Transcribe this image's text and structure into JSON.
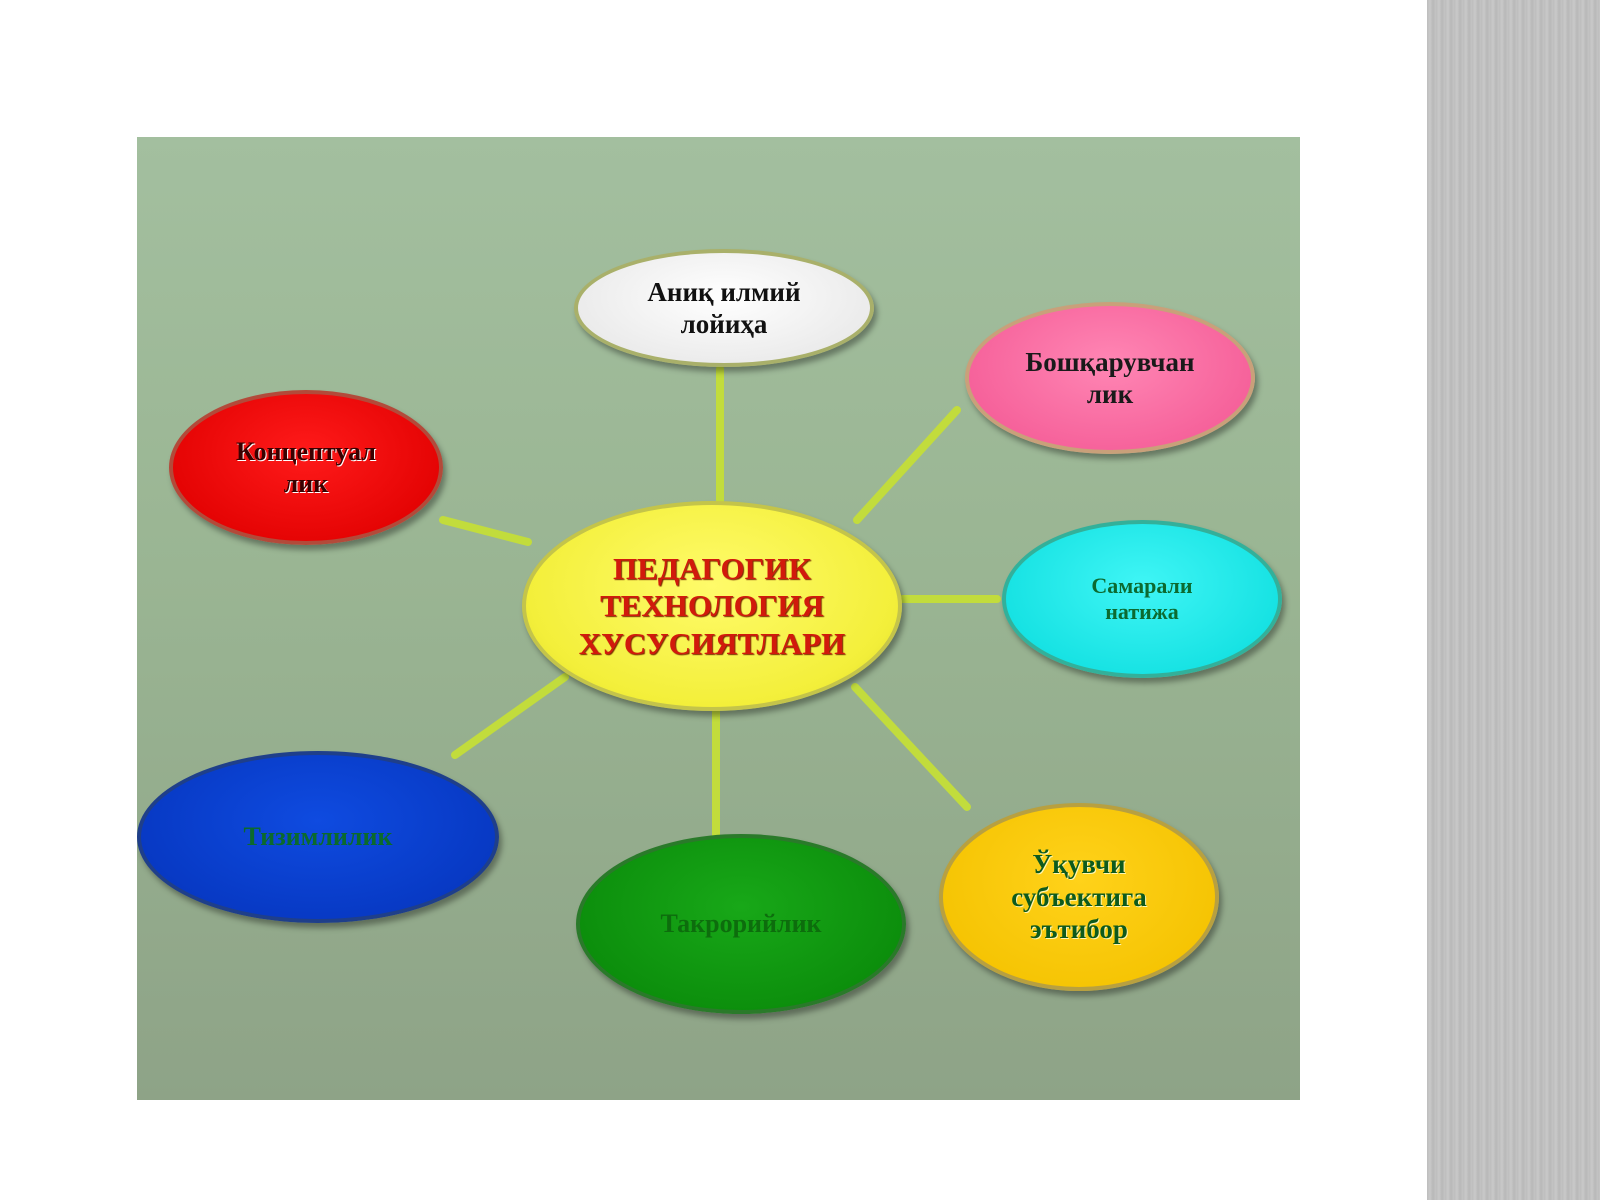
{
  "diagram": {
    "center": {
      "label": "ПЕДАГОГИК\nТЕХНОЛОГИЯ\nХУСУСИЯТЛАРИ"
    },
    "nodes": {
      "top": {
        "label": "Аниқ илмий\nлойиҳа"
      },
      "pink": {
        "label": "Бошқарувчан\nлик"
      },
      "red": {
        "label": "Концептуал\nлик"
      },
      "cyan": {
        "label": "Самарали\nнатижа"
      },
      "blue": {
        "label": "Тизимлилик"
      },
      "green": {
        "label": "Такрорийлик"
      },
      "yellow": {
        "label": "Ўқувчи\nсубъектига\nэътибор"
      }
    },
    "colors": {
      "connector": "#c2dc3c",
      "center_fill": "#f3ef3a",
      "center_text": "#d11a0c",
      "top_fill": "#efefef",
      "pink_fill": "#f55e98",
      "red_fill": "#e00000",
      "cyan_fill": "#10dfe0",
      "blue_fill": "#0636bf",
      "green_fill": "#0a8a0a",
      "yellow_fill": "#f4c200"
    }
  }
}
